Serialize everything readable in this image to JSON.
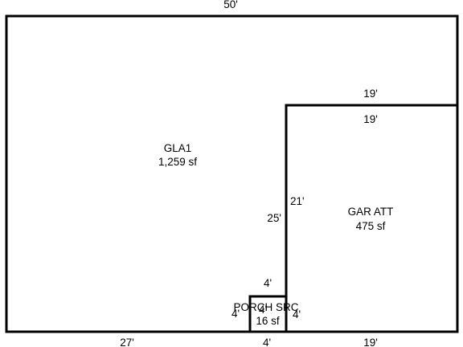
{
  "sketch": {
    "rooms": [
      {
        "id": "gla1",
        "name": "GLA1",
        "area": "1,259 sf"
      },
      {
        "id": "garage",
        "name": "GAR ATT",
        "area": "475 sf"
      },
      {
        "id": "porch",
        "name": "PORCH SRC",
        "area": "16 sf"
      }
    ],
    "dimensions": {
      "top_overall": "50'",
      "bottom_left": "27'",
      "bottom_mid": "4'",
      "bottom_right": "19'",
      "garage_top_outer": "19'",
      "garage_top_inner": "19'",
      "garage_left_inner": "21'",
      "gla_right_lower": "25'",
      "porch_top": "4'",
      "porch_left": "4'",
      "porch_right": "4'",
      "porch_inner": "4'"
    },
    "colors": {
      "line": "#000000",
      "background": "#ffffff"
    }
  }
}
